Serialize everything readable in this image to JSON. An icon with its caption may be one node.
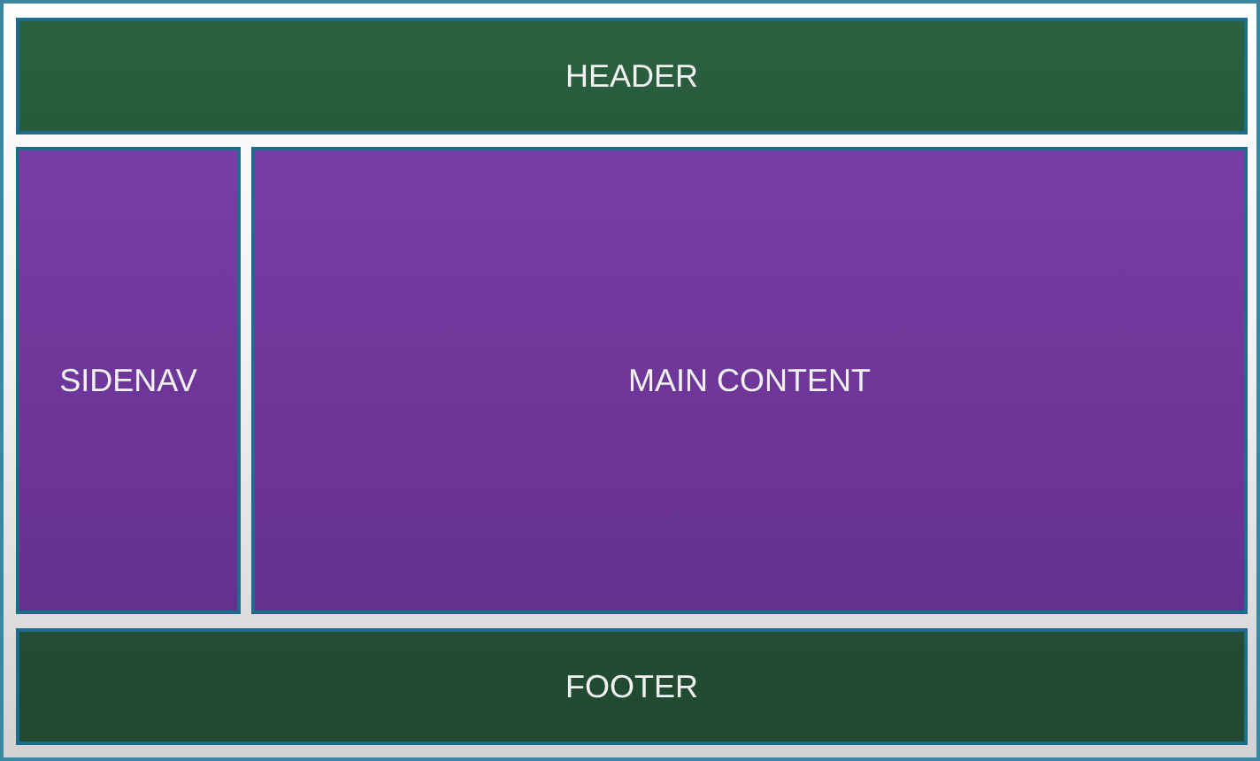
{
  "diagram": {
    "nodes": [
      {
        "text": [
          "HEADER"
        ]
      },
      {
        "text": [
          "SIDENAV"
        ]
      },
      {
        "text": [
          "MAIN CONTENT"
        ]
      },
      {
        "text": [
          "FOOTER"
        ]
      }
    ]
  }
}
